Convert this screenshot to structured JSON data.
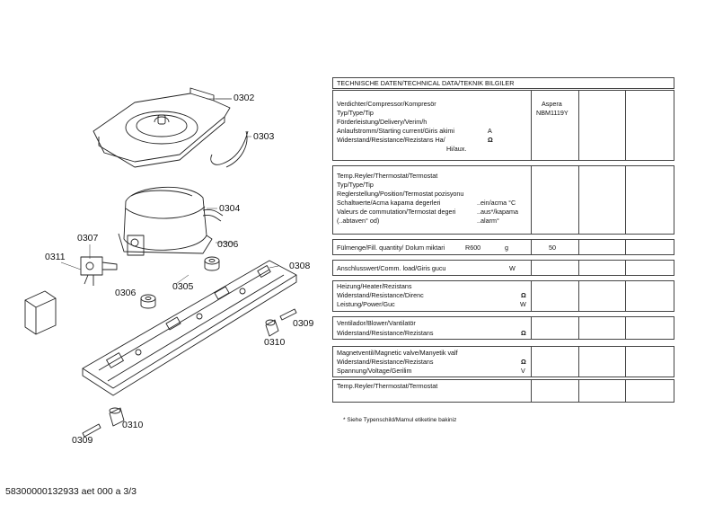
{
  "callouts": {
    "c0302": "0302",
    "c0303": "0303",
    "c0304": "0304",
    "c0306a": "0306",
    "c0307": "0307",
    "c0311": "0311",
    "c0308": "0308",
    "c0305": "0305",
    "c0306b": "0306",
    "c0309a": "0309",
    "c0310a": "0310",
    "c0310b": "0310",
    "c0309b": "0309"
  },
  "table": {
    "header": "TECHNISCHE DATEN/TECHNICAL DATA/TEKNIK BILGILER",
    "compressor": {
      "lines": [
        "Verdichter/Compressor/Kompresör",
        "Typ/Type/Tip",
        "Förderleistung/Delivery/Verim/h",
        "Anlaufstromm/Starting current/Giris akimi",
        "Widerstand/Resistance/Rezistans Ha/",
        "Hi/aux."
      ],
      "unit_a": "A",
      "unit_ohm": "Ω",
      "brand": "Aspera",
      "model": "NBM1119Y"
    },
    "thermostat": {
      "lines": [
        "Temp.Reyler/Thermostat/Termostat",
        "Typ/Type/Tip",
        "Reglerstellung/Position/Termostat  pozisyonu",
        "Schaltwerte/Acma kapama degerleri",
        "Valeurs de commutation/Termostat degeri",
        "(..abtaven° od)"
      ],
      "suffix1": "..ein/acma °C",
      "suffix2": "..aus*/kapama",
      "suffix3": "..alarm°"
    },
    "fill": {
      "label": "Fülmenge/Fill. quantity/ Dolum miktari",
      "refrigerant": "R600",
      "unit": "g",
      "value": "50"
    },
    "load": {
      "label": "Anschlusswert/Comm. load/Giris gucu",
      "unit": "W"
    },
    "heater": {
      "line1": "Heizung/Heater/Rezistans",
      "line2": "Widerstand/Resistance/Direnc",
      "line3": "Leistung/Power/Guc",
      "unit2": "Ω",
      "unit3": "W"
    },
    "fan": {
      "line1": "Ventilador/Blower/Vantilatör",
      "line2": "Widerstand/Resistance/Rezistans",
      "unit2": "Ω"
    },
    "valve": {
      "line1": "Magnetventil/Magnetic valve/Manyetik valf",
      "line2": "Widerstand/Resistance/Rezistans",
      "line3": "Spannung/Voltage/Gerilim",
      "unit2": "Ω",
      "unit3": "V"
    },
    "thermostat2": {
      "line1": "Temp.Reyler/Thermostat/Termostat"
    }
  },
  "footnote": "* Siehe Typenschild/Mamul etiketine bakiniz",
  "footer": "58300000132933 aet 000 a 3/3"
}
